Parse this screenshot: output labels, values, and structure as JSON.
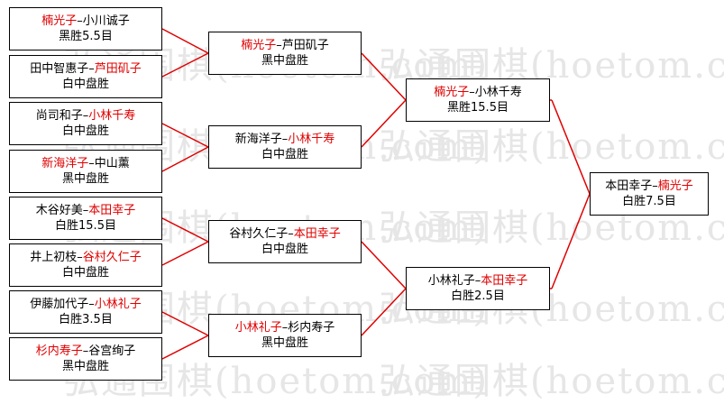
{
  "watermark": "弘通围棋(hoetom.com)",
  "colors": {
    "winner": "#e00000",
    "line": "#e00000",
    "border": "#000000"
  },
  "round1": [
    {
      "p1": "楠光子",
      "p2": "小川诚子",
      "winner": 1,
      "result": "黑胜5.5目"
    },
    {
      "p1": "田中智惠子",
      "p2": "芦田矶子",
      "winner": 2,
      "result": "白中盘胜"
    },
    {
      "p1": "尚司和子",
      "p2": "小林千寿",
      "winner": 2,
      "result": "白中盘胜"
    },
    {
      "p1": "新海洋子",
      "p2": "中山薰",
      "winner": 1,
      "result": "黑中盘胜"
    },
    {
      "p1": "木谷好美",
      "p2": "本田幸子",
      "winner": 2,
      "result": "白胜15.5目"
    },
    {
      "p1": "井上初枝",
      "p2": "谷村久仁子",
      "winner": 2,
      "result": "白中盘胜"
    },
    {
      "p1": "伊藤加代子",
      "p2": "小林礼子",
      "winner": 2,
      "result": "白胜3.5目"
    },
    {
      "p1": "杉内寿子",
      "p2": "谷宫绚子",
      "winner": 1,
      "result": "黑中盘胜"
    }
  ],
  "round2": [
    {
      "p1": "楠光子",
      "p2": "芦田矶子",
      "winner": 1,
      "result": "黑中盘胜"
    },
    {
      "p1": "新海洋子",
      "p2": "小林千寿",
      "winner": 2,
      "result": "白中盘胜"
    },
    {
      "p1": "谷村久仁子",
      "p2": "本田幸子",
      "winner": 2,
      "result": "白中盘胜"
    },
    {
      "p1": "小林礼子",
      "p2": "杉内寿子",
      "winner": 1,
      "result": "黑中盘胜"
    }
  ],
  "round3": [
    {
      "p1": "楠光子",
      "p2": "小林千寿",
      "winner": 1,
      "result": "黑胜15.5目"
    },
    {
      "p1": "小林礼子",
      "p2": "本田幸子",
      "winner": 2,
      "result": "白胜2.5目"
    }
  ],
  "final": [
    {
      "p1": "本田幸子",
      "p2": "楠光子",
      "winner": 2,
      "result": "白胜7.5目"
    }
  ]
}
